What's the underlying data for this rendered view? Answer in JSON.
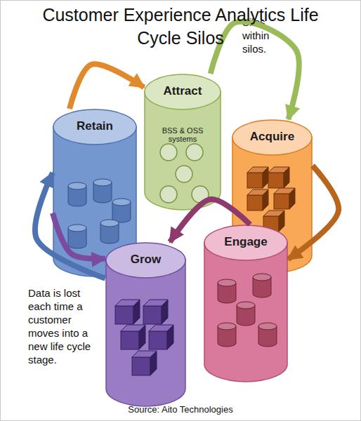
{
  "diagram": {
    "title": "Customer Experience Analytics Life Cycle Silos",
    "caption": "Source: Aito Technologies",
    "nodes": [
      {
        "text": [
          "Attract",
          "BSS & OSS systems"
        ]
      },
      {
        "text": [
          "Retain"
        ]
      },
      {
        "text": [
          "Acquire"
        ]
      },
      {
        "text": [
          "Engage"
        ]
      },
      {
        "text": [
          "Grow"
        ]
      }
    ],
    "edges": [
      {
        "from": 1,
        "to": 0,
        "arrow": "to"
      },
      {
        "from": 0,
        "to": 2,
        "arrow": "to"
      },
      {
        "from": 2,
        "to": 3,
        "arrow": "to"
      },
      {
        "from": 3,
        "to": 4,
        "arrow": "to"
      },
      {
        "from": 4,
        "to": 1,
        "arrow": "to"
      },
      {
        "from": 1,
        "to": 4,
        "arrow": "to"
      }
    ],
    "labels": [
      "Silos within silos.",
      "Data is lost each time a customer moves into a new life cycle stage."
    ]
  }
}
